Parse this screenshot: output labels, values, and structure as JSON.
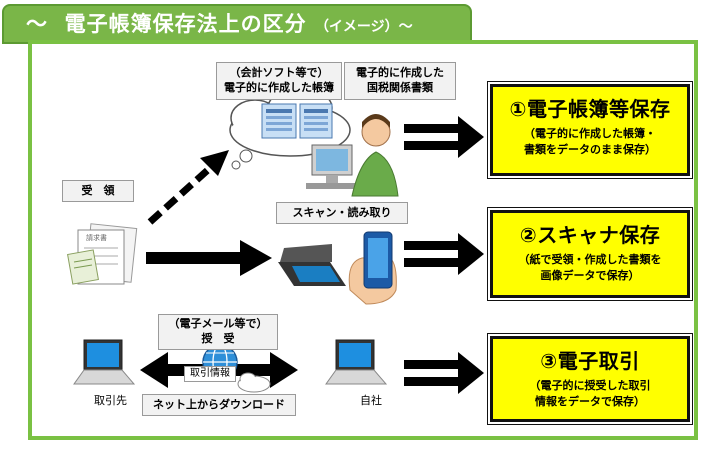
{
  "title": {
    "tilde_left": "〜",
    "main": "電子帳簿保存法上の区分",
    "sub": "（イメージ）〜"
  },
  "labels": {
    "accounting_software": "（会計ソフト等で）\n電子的に作成した帳簿",
    "tax_documents": "電子的に作成した\n国税関係書類",
    "receipt": "受　領",
    "scan_read": "スキャン・読み取り",
    "email_transfer": "（電子メール等で）\n授　受",
    "transaction_info": "取引情報",
    "net_download": "ネット上からダウンロード",
    "counterparty": "取引先",
    "own_company": "自社",
    "invoice": "請求書"
  },
  "categories": [
    {
      "heading": "①電子帳簿等保存",
      "desc": "（電子的に作成した帳簿・\n書類をデータのまま保存）"
    },
    {
      "heading": "②スキャナ保存",
      "desc": "（紙で受領・作成した書類を\n画像データで保存）"
    },
    {
      "heading": "③電子取引",
      "desc": "（電子的に授受した取引\n情報をデータで保存）"
    }
  ],
  "colors": {
    "title_bg": "#7ab648",
    "frame_border": "#7ac143",
    "category_bg": "#ffff00"
  }
}
